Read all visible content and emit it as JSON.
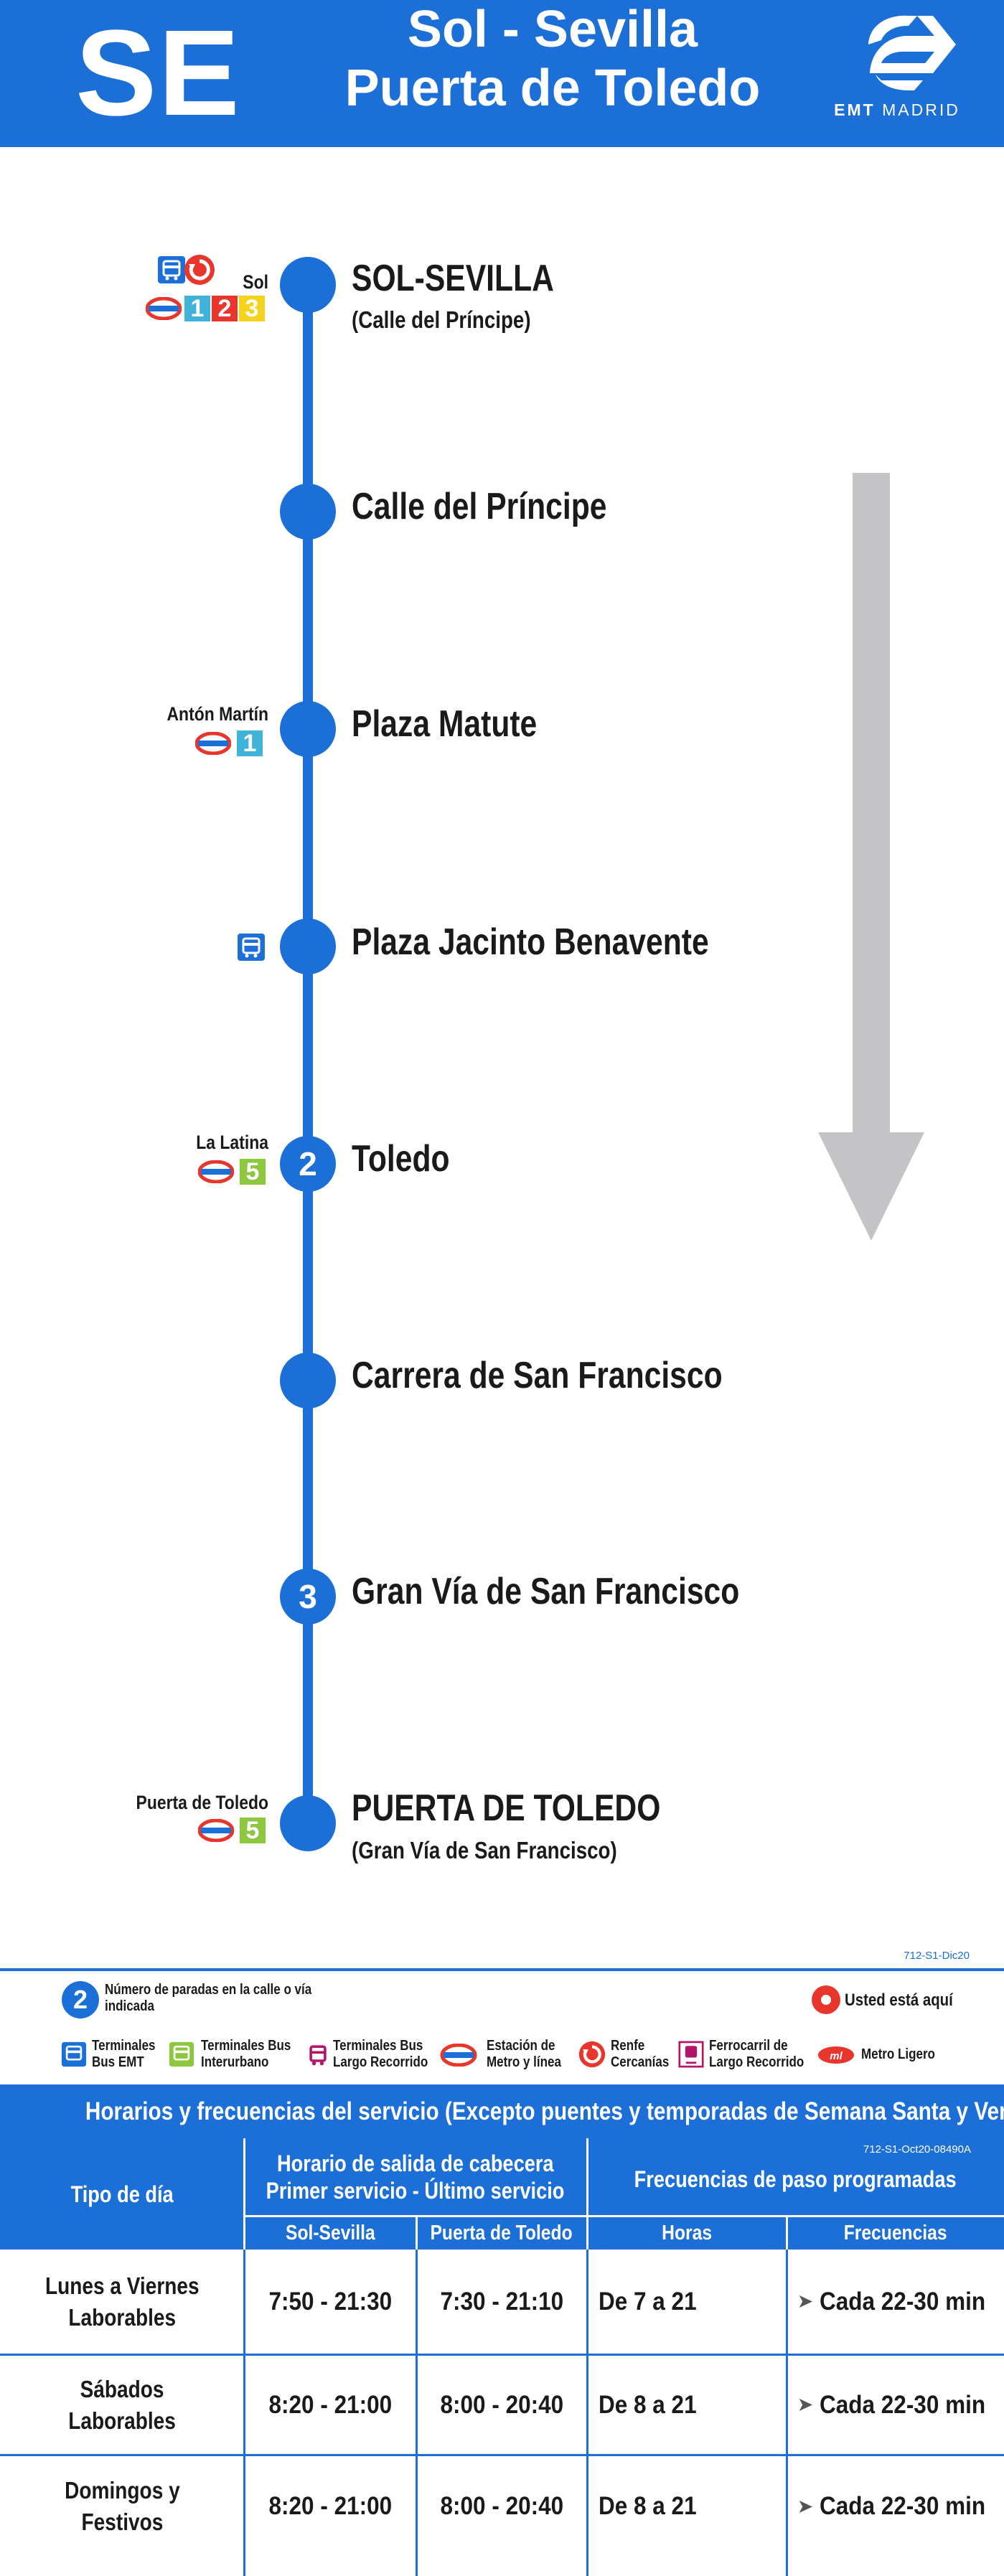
{
  "header": {
    "line_code": "SE",
    "title_line1": "Sol - Sevilla",
    "title_line2": "Puerta de Toledo",
    "brand": "EMT",
    "brand_city": "MADRID",
    "brand_color": "#1b6fd6"
  },
  "stops": [
    {
      "name": "SOL-SEVILLA",
      "sub": "(Calle del Príncipe)",
      "marker": "",
      "station": "Sol",
      "connections": [
        "bus-terminal-icon",
        "renfe-icon",
        "metro-icon"
      ],
      "metro_lines": [
        "1",
        "2",
        "3"
      ]
    },
    {
      "name": "Calle del Príncipe",
      "sub": "",
      "marker": "",
      "station": "",
      "connections": [],
      "metro_lines": []
    },
    {
      "name": "Plaza Matute",
      "sub": "",
      "marker": "",
      "station": "Antón Martín",
      "connections": [
        "metro-icon"
      ],
      "metro_lines": [
        "1"
      ]
    },
    {
      "name": "Plaza Jacinto Benavente",
      "sub": "",
      "marker": "",
      "station": "",
      "connections": [
        "bus-terminal-icon"
      ],
      "metro_lines": []
    },
    {
      "name": "Toledo",
      "sub": "",
      "marker": "2",
      "station": "La Latina",
      "connections": [
        "metro-icon"
      ],
      "metro_lines": [
        "5"
      ]
    },
    {
      "name": "Carrera de San Francisco",
      "sub": "",
      "marker": "",
      "station": "",
      "connections": [],
      "metro_lines": []
    },
    {
      "name": "Gran Vía de San Francisco",
      "sub": "",
      "marker": "3",
      "station": "",
      "connections": [],
      "metro_lines": []
    },
    {
      "name": "PUERTA DE TOLEDO",
      "sub": "(Gran Vía de San Francisco)",
      "marker": "",
      "station": "Puerta de Toledo",
      "connections": [
        "metro-icon"
      ],
      "metro_lines": [
        "5"
      ]
    }
  ],
  "metro_line_colors": {
    "1": "#3fb3d9",
    "2": "#e8362d",
    "3": "#f5d21c",
    "5": "#8dc63f"
  },
  "direction_arrow": "arrow-down-icon",
  "legend": {
    "ref_code": "712-S1-Dic20",
    "stops_number_label": "Número de paradas en la calle o vía indicada",
    "you_are_here": "Usted está aquí",
    "items": [
      {
        "icon": "bus-terminal-icon",
        "label1": "Terminales",
        "label2": "Bus EMT",
        "color": "#1b6fd6"
      },
      {
        "icon": "interurban-bus-icon",
        "label1": "Terminales Bus",
        "label2": "Interurbano",
        "color": "#8dc63f"
      },
      {
        "icon": "long-distance-bus-icon",
        "label1": "Terminales Bus",
        "label2": "Largo Recorrido",
        "color": "#b5146b"
      },
      {
        "icon": "metro-icon",
        "label1": "Estación de",
        "label2": "Metro y línea",
        "color": "#e8362d"
      },
      {
        "icon": "renfe-icon",
        "label1": "Renfe",
        "label2": "Cercanías",
        "color": "#e8362d"
      },
      {
        "icon": "train-icon",
        "label1": "Ferrocarril de",
        "label2": "Largo Recorrido",
        "color": "#b5146b"
      },
      {
        "icon": "light-rail-icon",
        "label1": "Metro Ligero",
        "label2": "",
        "color": "#e8362d"
      }
    ]
  },
  "schedule": {
    "title": "Horarios y frecuencias del servicio (Excepto puentes y temporadas de Semana Santa y Verano)",
    "ref_code": "712-S1-Oct20-08490A",
    "col_day_type": "Tipo de día",
    "col_departure_line1": "Horario de salida de cabecera",
    "col_departure_line2": "Primer servicio - Último servicio",
    "col_frequency": "Frecuencias de paso programadas",
    "sub_headers": [
      "Sol-Sevilla",
      "Puerta de Toledo",
      "Horas",
      "Frecuencias"
    ],
    "rows": [
      {
        "day1": "Lunes a Viernes",
        "day2": "Laborables",
        "sol": "7:50 - 21:30",
        "toledo": "7:30 - 21:10",
        "hours": "De 7 a 21",
        "freq": "Cada 22-30 min"
      },
      {
        "day1": "Sábados",
        "day2": "Laborables",
        "sol": "8:20 - 21:00",
        "toledo": "8:00 - 20:40",
        "hours": "De 8 a 21",
        "freq": "Cada 22-30 min"
      },
      {
        "day1": "Domingos y",
        "day2": "Festivos",
        "sol": "8:20 - 21:00",
        "toledo": "8:00 - 20:40",
        "hours": "De 8 a 21",
        "freq": "Cada 22-30 min"
      }
    ]
  }
}
